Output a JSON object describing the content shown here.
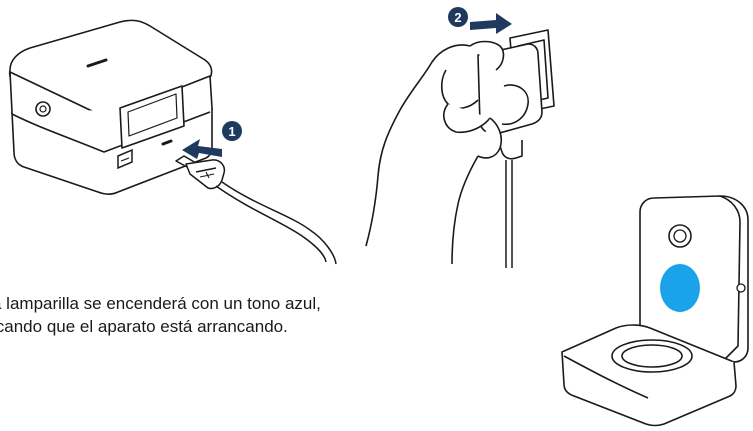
{
  "steps": [
    {
      "number": "1",
      "action": "plug-usb-cable-into-device"
    },
    {
      "number": "2",
      "action": "plug-adapter-into-wall-outlet"
    }
  ],
  "caption": {
    "line1": "a lamparilla se encenderá con un tono azul,",
    "line2": "icando que el aparato está arrancando."
  },
  "colors": {
    "step_badge": "#1e3a5f",
    "arrow": "#1e3a5f",
    "status_light": "#1aa3e8",
    "outline": "#1a1a1a"
  },
  "icons": [
    "usb-icon",
    "ethernet-port-icon",
    "micro-usb-port-icon",
    "power-button-icon"
  ]
}
